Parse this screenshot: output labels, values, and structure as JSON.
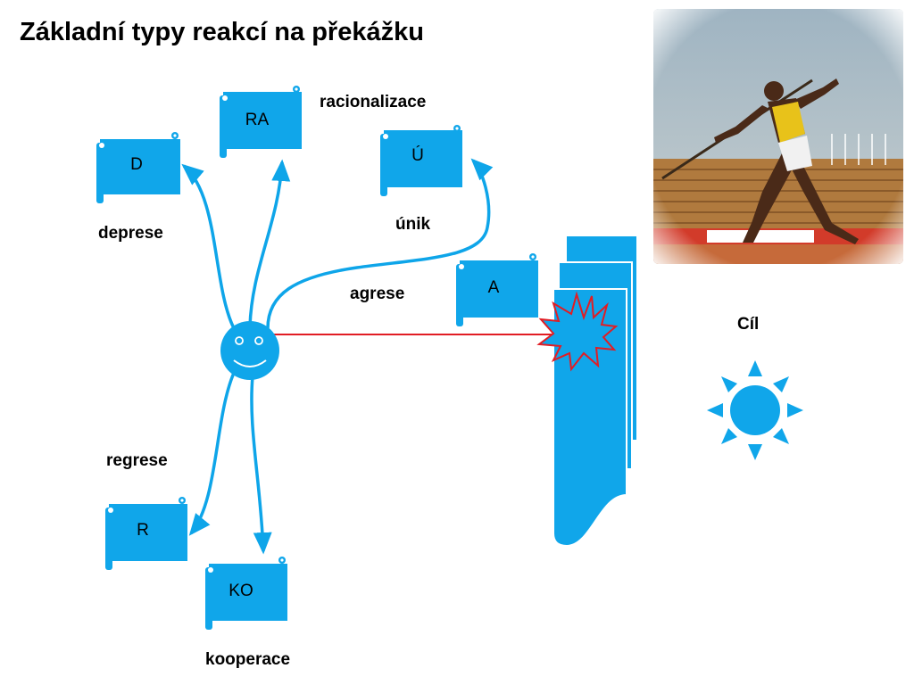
{
  "slide": {
    "title": "Základní typy reakcí na překážku"
  },
  "reactions": [
    {
      "code": "RA",
      "label": "racionalizace"
    },
    {
      "code": "D",
      "label": "deprese"
    },
    {
      "code": "Ú",
      "label": "únik"
    },
    {
      "code": "A",
      "label": "agrese"
    },
    {
      "code": "R",
      "label": "regrese"
    },
    {
      "code": "KO",
      "label": "kooperace"
    }
  ],
  "goal": {
    "label": "Cíl"
  },
  "colors": {
    "accent": "#0ea5e9",
    "scroll_fill": "#10a6ea",
    "obstacle": "#0ea5e9",
    "arrow_blocked": "#e11d24",
    "text": "#000000"
  },
  "icons": {
    "person": "smiley-face-icon",
    "goal": "sun-icon",
    "obstacle": "wall-icon",
    "collision": "explosion-icon"
  }
}
